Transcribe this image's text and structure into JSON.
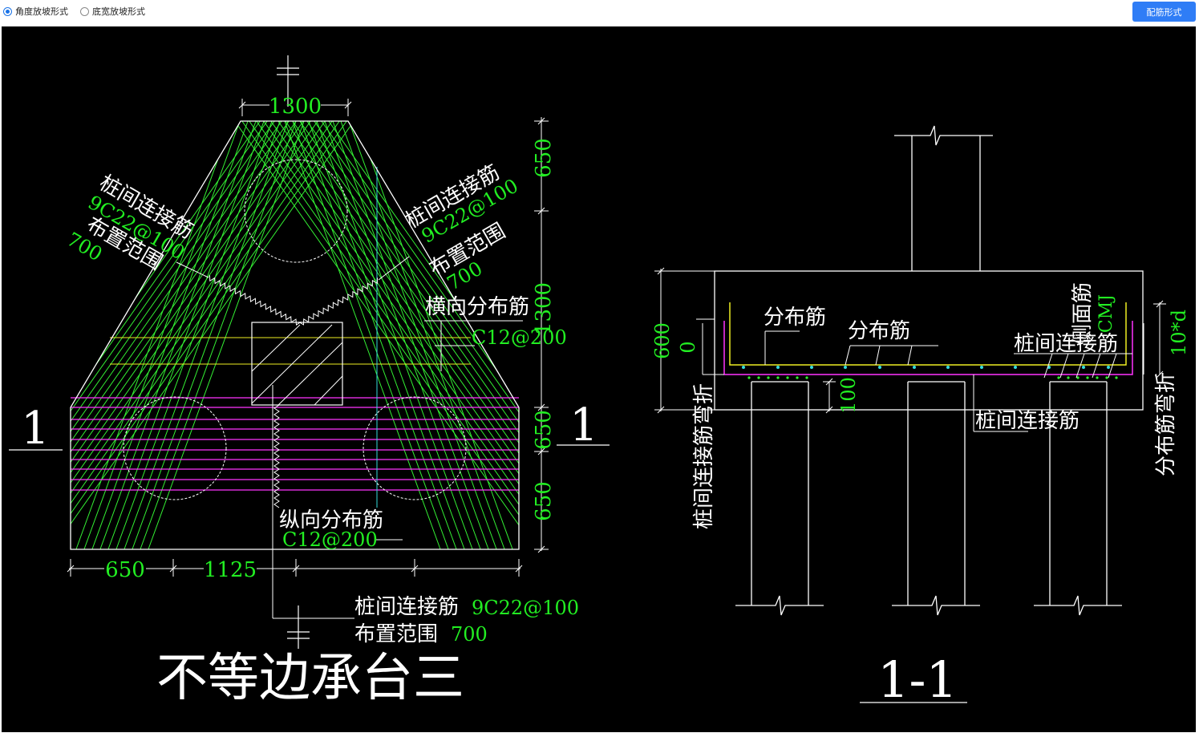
{
  "toolbar": {
    "option_angle": "角度放坡形式",
    "option_width": "底宽放坡形式",
    "selected": "angle",
    "config_button": "配筋形式"
  },
  "drawing": {
    "plan": {
      "dim_top": "1300",
      "dim_right_1": "650",
      "dim_right_2": "1300",
      "dim_right_3": "650",
      "dim_right_4": "650",
      "dim_bottom_1": "650",
      "dim_bottom_2": "1125",
      "left_label_cn": "桩间连接筋",
      "left_label_spec": "9C22@100",
      "left_range_cn": "布置范围",
      "left_range_val": "700",
      "right_label_cn": "桩间连接筋",
      "right_label_spec": "9C22@100",
      "right_range_cn": "布置范围",
      "right_range_val": "700",
      "transverse_cn": "横向分布筋",
      "transverse_spec": "C12@200",
      "longitudinal_cn": "纵向分布筋",
      "longitudinal_spec": "C12@200",
      "bottom_label_cn": "桩间连接筋",
      "bottom_label_spec": "9C22@100",
      "bottom_range_cn": "布置范围",
      "bottom_range_val": "700",
      "section_mark_left": "1",
      "section_mark_right": "1",
      "title": "不等边承台三"
    },
    "section": {
      "dim_height": "600",
      "dim_zero": "0",
      "dim_cover": "100",
      "dim_10d": "10*d",
      "dist_bar_1": "分布筋",
      "dist_bar_2": "分布筋",
      "side_bar": "侧面筋",
      "side_bar_spec": "CMJ",
      "pile_conn_top": "桩间连接筋",
      "pile_conn_bottom": "桩间连接筋",
      "pile_conn_bend": "桩间连接筋弯折",
      "dist_bend": "分布筋弯折",
      "title": "1-1"
    },
    "colors": {
      "background": "#000000",
      "lines": "#ffffff",
      "rebar": "#33ff33",
      "dim_text": "#22dd22",
      "magenta": "#ff33ff",
      "yellow": "#ffff00",
      "cyan": "#33dddd"
    }
  }
}
